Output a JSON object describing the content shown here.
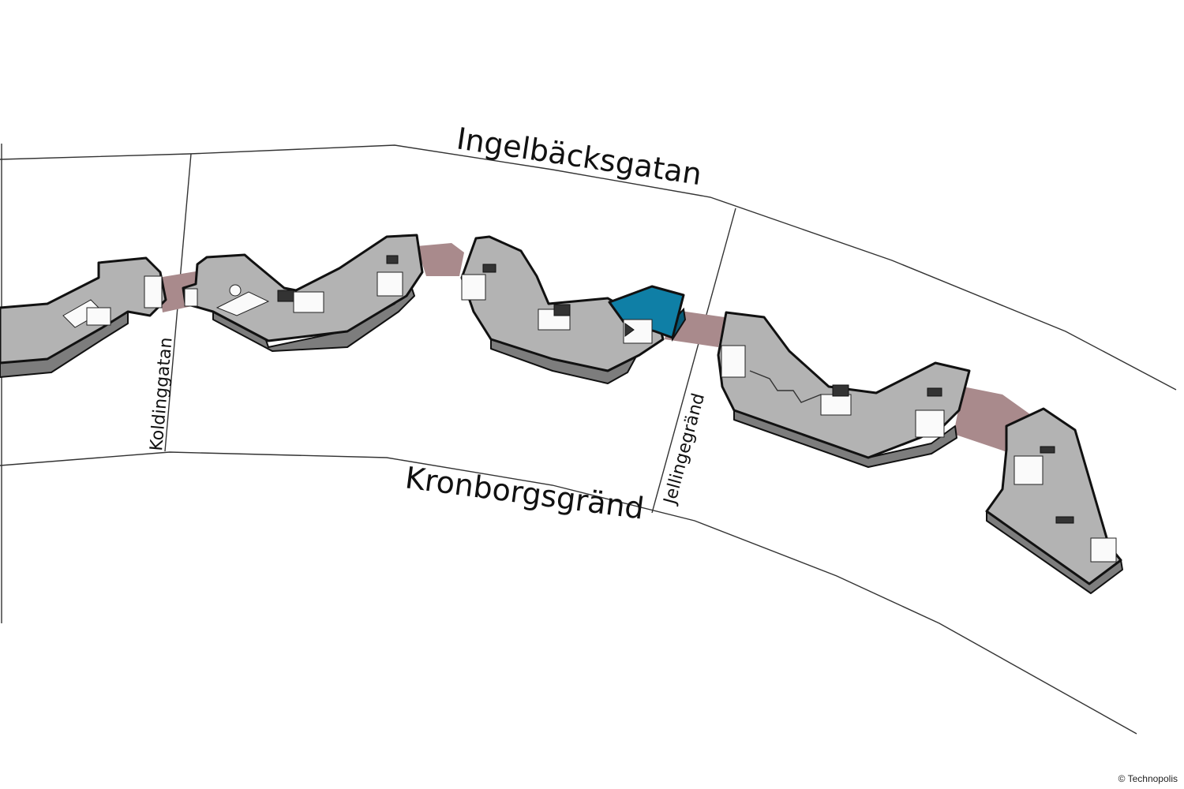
{
  "streets": {
    "north": "Ingelbäcksgatan",
    "south": "Kronborgsgränd",
    "west_cross": "Koldinggatan",
    "east_cross": "Jellingegränd"
  },
  "copyright": "© Technopolis",
  "colors": {
    "building_top": "#b3b3b3",
    "building_side": "#7d7d7d",
    "connector": "#a98a8c",
    "highlight": "#0f7fa6",
    "street_line": "#333333"
  }
}
